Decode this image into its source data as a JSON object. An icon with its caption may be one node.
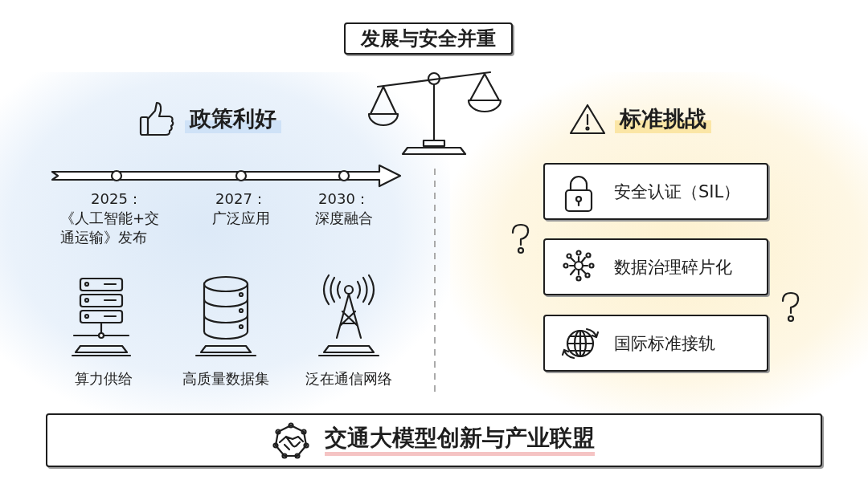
{
  "diagram": {
    "nodes": [
      {
        "text": [
          "发展与安全并重"
        ]
      },
      {
        "text": [
          "安全认证（SIL）"
        ]
      },
      {
        "text": [
          "数据治理碎片化"
        ]
      },
      {
        "text": [
          "国际标准接轨"
        ]
      },
      {
        "text": [
          "交通大模型创新与产业联盟"
        ]
      }
    ],
    "labels": [
      "政策利好",
      "标准挑战",
      "2025：",
      "《人工智能+交通运输》发布",
      "2027：",
      "广泛应用",
      "2030：",
      "深度融合",
      "算力供给",
      "高质量数据集",
      "泛在通信网络"
    ]
  }
}
